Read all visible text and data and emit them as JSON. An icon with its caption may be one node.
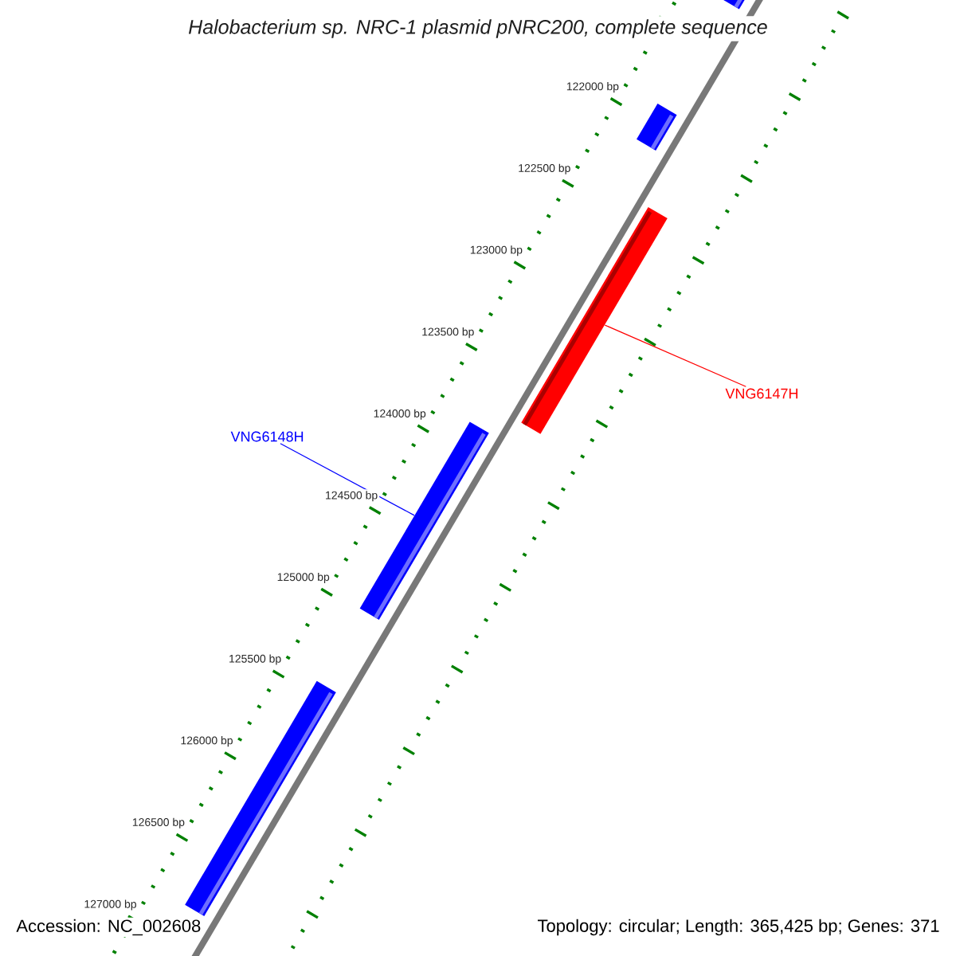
{
  "diagram": {
    "title": "Halobacterium sp. NRC-1 plasmid pNRC200, complete sequence",
    "nodes": [
      {
        "text": [],
        "shape": "bar"
      },
      {
        "text": [],
        "shape": "bar"
      },
      {
        "text": [],
        "shape": "bar"
      },
      {
        "text": [
          "VNG6147H"
        ]
      },
      {
        "text": [
          "VNG6148H"
        ]
      },
      {
        "text": [],
        "shape": "bar"
      },
      {
        "text": [],
        "shape": "bar"
      }
    ],
    "edges": [
      {
        "from": 3,
        "to": 2,
        "arrow": "none",
        "color": "#ff0000"
      },
      {
        "from": 4,
        "to": 5,
        "arrow": "none",
        "color": "#0000ff"
      }
    ],
    "labels": [
      "122000 bp",
      "122500 bp",
      "123000 bp",
      "123500 bp",
      "124000 bp",
      "124500 bp",
      "125000 bp",
      "125500 bp",
      "126000 bp",
      "126500 bp",
      "127000 bp",
      "Accession: NC_002608",
      "Topology: circular; Length: 365,425 bp; Genes: 371"
    ]
  }
}
